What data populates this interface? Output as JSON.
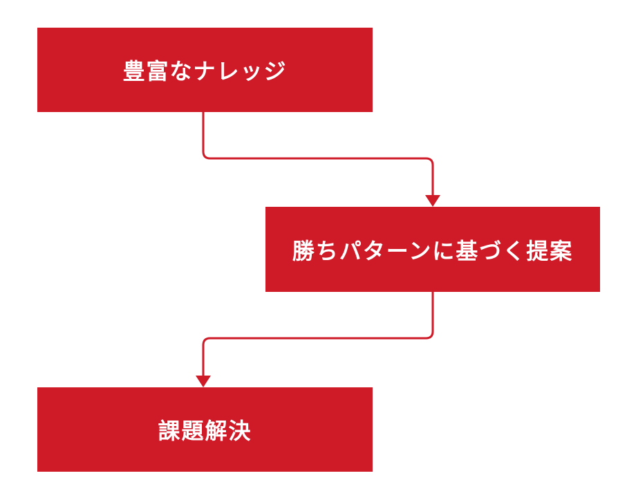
{
  "diagram": {
    "colors": {
      "box": "#cf1a28",
      "connector": "#cf1a28",
      "text": "#ffffff"
    },
    "steps": [
      {
        "label": "豊富なナレッジ"
      },
      {
        "label": "勝ちパターンに基づく提案"
      },
      {
        "label": "課題解決"
      }
    ]
  }
}
